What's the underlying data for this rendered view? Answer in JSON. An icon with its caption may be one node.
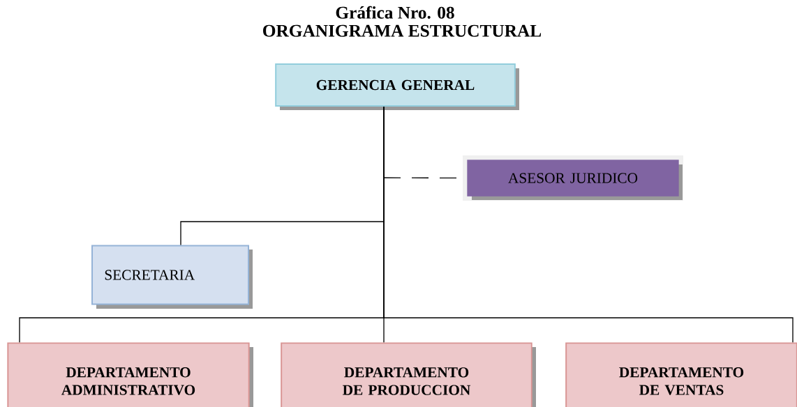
{
  "diagram": {
    "title": "Gráfica Nro. 08",
    "nodes": [
      {
        "text": [
          "GERENCIA GENERAL"
        ]
      },
      {
        "text": [
          "SECRETARIA"
        ]
      },
      {
        "text": [
          "ASESOR  JURIDICO"
        ]
      },
      {
        "text": [
          "DEPARTAMENTO ADMINISTRATIVO"
        ]
      },
      {
        "text": [
          "DEPARTAMENTO DE PRODUCCION"
        ]
      },
      {
        "text": [
          "DEPARTAMENTO DE VENTAS"
        ]
      }
    ],
    "edges": [
      {
        "from": 0,
        "to": 2,
        "arrow": "none",
        "style": "dashed"
      },
      {
        "from": 0,
        "to": 1,
        "arrow": "none"
      },
      {
        "from": 0,
        "to": 3,
        "arrow": "none"
      },
      {
        "from": 0,
        "to": 4,
        "arrow": "none"
      },
      {
        "from": 0,
        "to": 5,
        "arrow": "none"
      }
    ],
    "labels": [
      "ORGANIGRAMA ESTRUCTURAL"
    ]
  }
}
